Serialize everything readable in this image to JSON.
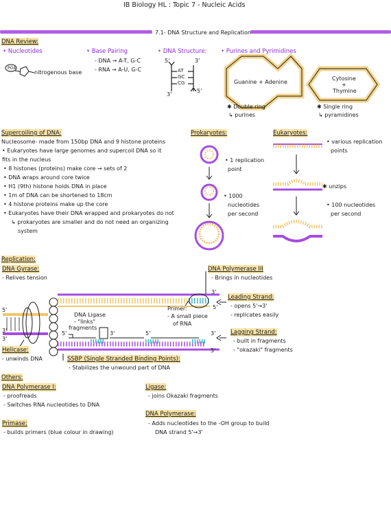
{
  "page_title": "IB Biology HL : Topic 7 - Nucleic Acids",
  "section_71": "7.1- DNA Structure and Replication",
  "colors": {
    "purple": "#a64de0",
    "gold": "#f0c66a",
    "teal": "#3bb6c9",
    "ink": "#1a1a1a"
  },
  "dna_review": {
    "heading": "DNA Review:",
    "nucleotides": "• Nucleotides",
    "po4": "PO4",
    "nitrogenous_base": "nitrogenous base",
    "base_pairing": "• Base Pairing",
    "bp_dna": "- DNA → A-T, G-C",
    "bp_rna": "- RNA → A-U, G-C",
    "dna_structure": "• DNA Structure:",
    "five": "5'",
    "three": "3'",
    "pairs": [
      "AT",
      "GC",
      "CG"
    ],
    "purines_pyr": "• Purines and Pyrimidines",
    "guanine_adenine": "Guanine + Adenine",
    "cytosine": "Cytosine",
    "plus": "+",
    "thymine": "Thymine",
    "double_ring": "✱ Double ring",
    "purines": "↳ purines",
    "single_ring": "✱ Single ring",
    "pyrimidines": "↳ pyramidines"
  },
  "supercoiling": {
    "heading": "Supercoiling of DNA:",
    "lines": [
      "Nucleosome- made from 150bp DNA and 9 histone proteins",
      "• Eukaryotes have large genomes and supercoil DNA so it",
      "fits in the nucleus",
      "• 8 histones (proteins) make core → sets of 2",
      "• DNA wraps around core twice",
      "• H1 (9th) histone holds DNA in place",
      "• 1m of DNA can be shortened to 18cm",
      "• 4 histone proteins make up the core",
      "• Eukaryotes have their DNA wrapped and prokaryotes do not",
      "↳ prokaryotes are smaller and do not need an organizing",
      "system"
    ]
  },
  "prokaryotes": {
    "heading": "Prokaryotes:",
    "replication_point": [
      "• 1 replication",
      "point"
    ],
    "rate": [
      "• 1000",
      "nucleotides",
      "per second"
    ]
  },
  "eukaryotes": {
    "heading": "Eukaryotes:",
    "points": [
      "• various replication",
      "points"
    ],
    "unzips": "✱ unzips",
    "rate": [
      "• 100 nucleotides",
      "per second"
    ]
  },
  "replication": {
    "heading": "Replication:",
    "gyrase": "DNA Gyrase:",
    "gyrase_desc": "- Relives tension",
    "polymerase3": "DNA Polymerase III",
    "polymerase3_desc": "- Brings in nucleotides",
    "primer": "Primer:",
    "primer_desc": [
      "- A small piece",
      "of RNA"
    ],
    "ligase": [
      "DNA Ligase",
      "- \"links\"",
      "fragments"
    ],
    "leading": "Leading Strand:",
    "leading_desc": [
      "- opens 5'→3'",
      "- replicates easily"
    ],
    "lagging": "Lagging Strand:",
    "lagging_desc": [
      "- built in fragments",
      "- \"okazaki\" fragments"
    ],
    "helicase": "Helicase:",
    "helicase_desc": "- unwinds DNA",
    "ssbp": "SSBP (Single Stranded Binding Points):",
    "ssbp_desc": "- Stabilizes the unwound part of DNA",
    "end_labels": [
      "5'",
      "3'",
      "3'",
      "5'",
      "5'",
      "3'",
      "5'",
      "3'",
      "5'",
      "3'"
    ]
  },
  "others": {
    "heading": "Others:",
    "pol1": "DNA Polymerase I:",
    "pol1_desc": [
      "- proofreads",
      "- Switches RNA nucleotides to DNA"
    ],
    "primase": "Primase:",
    "primase_desc": "- builds primers (blue colour in drawing)",
    "ligase": "Ligase:",
    "ligase_desc": "- joins Okazaki fragments",
    "polymerase": "DNA Polymerase:",
    "polymerase_desc": [
      "- Adds nucleotides to the -OH group to build",
      "DNA strand 5'→3'"
    ]
  }
}
